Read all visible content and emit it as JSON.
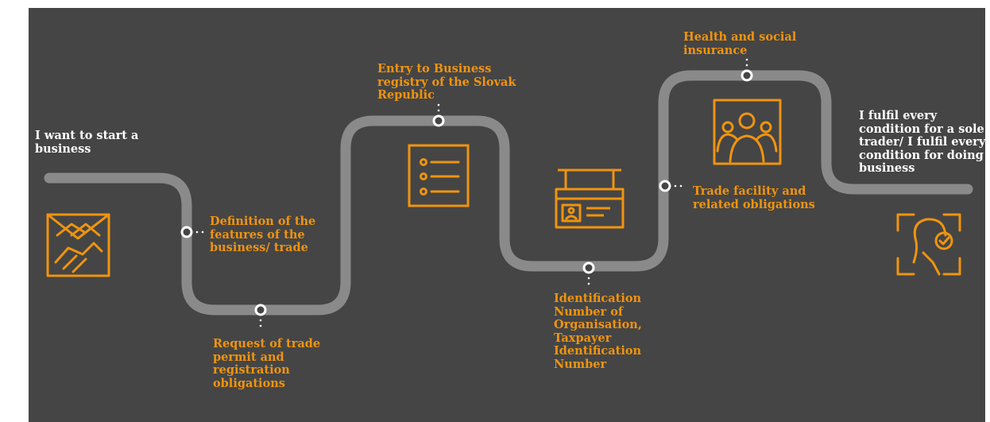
{
  "colors": {
    "background": "#454545",
    "road": "#8a8a8a",
    "accent": "#f0940f",
    "text_white": "#ffffff"
  },
  "start": {
    "label": "I want to start a\nbusiness",
    "icon": "handshake-icon"
  },
  "steps": [
    {
      "id": "definition",
      "label": "Definition of the\nfeatures of the\nbusiness/ trade"
    },
    {
      "id": "request",
      "label": "Request of trade\npermit and\nregistration\nobligations"
    },
    {
      "id": "entry",
      "label": "Entry to Business\nregistry of the Slovak\nRepublic",
      "icon": "checklist-icon"
    },
    {
      "id": "identification",
      "label": "Identification\nNumber of\nOrganisation,\nTaxpayer\nIdentification\nNumber",
      "icon": "id-card-icon"
    },
    {
      "id": "trade-facility",
      "label": "Trade facility and\nrelated obligations"
    },
    {
      "id": "insurance",
      "label": "Health and social\ninsurance",
      "icon": "people-icon"
    }
  ],
  "end": {
    "label": "I fulfil every\ncondition for a sole\ntrader/ I fulfil every\ncondition for doing\nbusiness",
    "icon": "face-scan-check-icon"
  }
}
